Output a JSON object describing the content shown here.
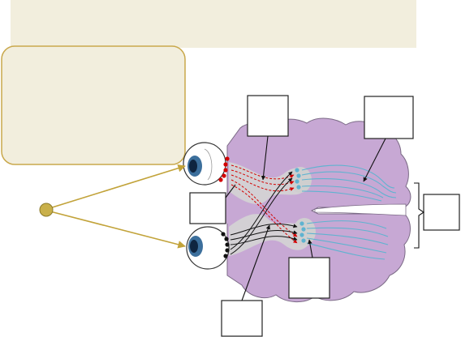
{
  "header_banner": {
    "text": "",
    "fill": "#f2eedd"
  },
  "description_box": {
    "text": "",
    "fill": "#f2eedd",
    "border": "#c9a84c"
  },
  "label_boxes": [
    {
      "id": "box-optic-chiasm-top",
      "text": ""
    },
    {
      "id": "box-optic-radiation",
      "text": ""
    },
    {
      "id": "box-optic-nerve",
      "text": ""
    },
    {
      "id": "box-visual-cortex",
      "text": ""
    },
    {
      "id": "box-lgn",
      "text": ""
    },
    {
      "id": "box-optic-tract",
      "text": ""
    }
  ],
  "colors": {
    "brain": "#c7a8d4",
    "brain_outline": "#7b6a86",
    "thalamus": "#d4d4d4",
    "ray": "#c2a33a",
    "stimulus": "#c9b04a",
    "retina_red": "#d40000",
    "retina_black": "#111111",
    "radiation": "#5fb3d0",
    "iris": "#3c6f9c"
  },
  "icons": [
    "eye-icon",
    "stimulus-point-icon"
  ]
}
